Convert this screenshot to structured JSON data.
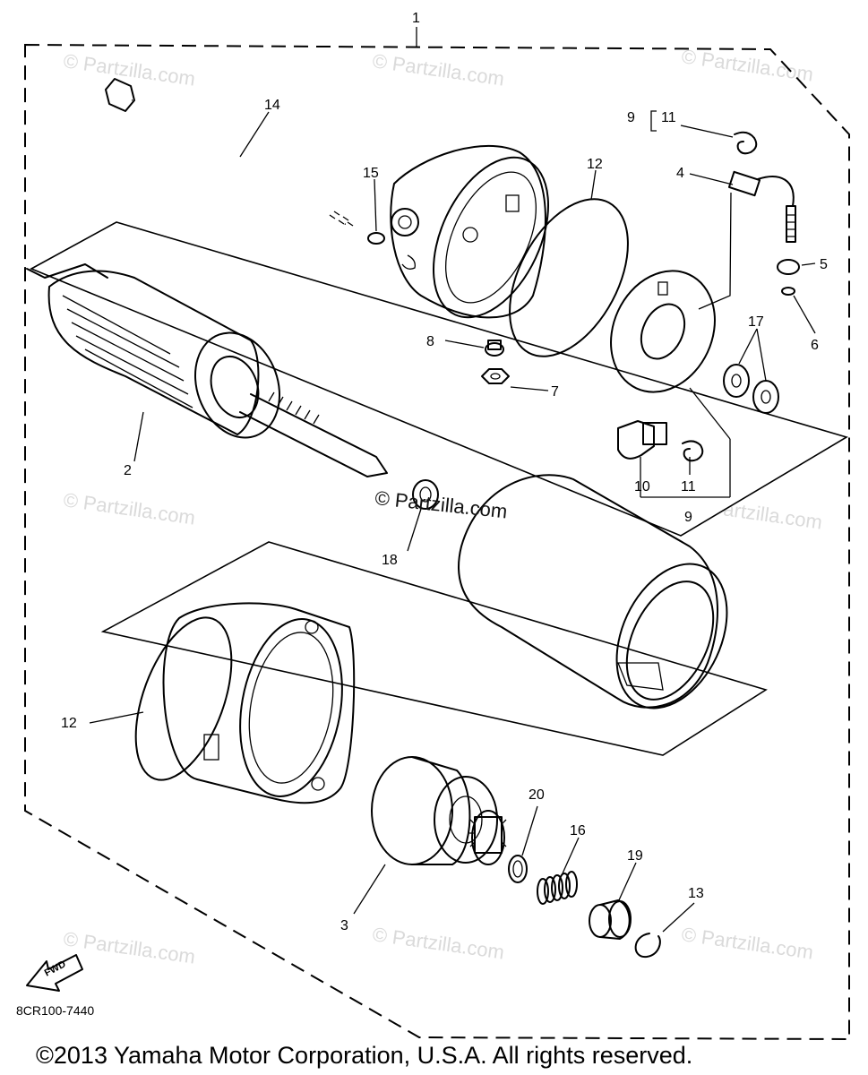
{
  "watermarks": {
    "faint": "© Partzilla.com",
    "center": "© Partzilla.com"
  },
  "diagram_code": "8CR100-7440",
  "copyright": "©2013  Yamaha Motor Corporation, U.S.A. All rights reserved.",
  "fwd_label": "FWD",
  "callouts": {
    "c1": "1",
    "c2": "2",
    "c3": "3",
    "c4": "4",
    "c5": "5",
    "c6": "6",
    "c7": "7",
    "c8": "8",
    "c9a": "9",
    "c9b": "9",
    "c10": "10",
    "c11a": "11",
    "c11b": "11",
    "c12a": "12",
    "c12b": "12",
    "c13": "13",
    "c14": "14",
    "c15": "15",
    "c16": "16",
    "c17": "17",
    "c18": "18",
    "c19": "19",
    "c20": "20"
  }
}
